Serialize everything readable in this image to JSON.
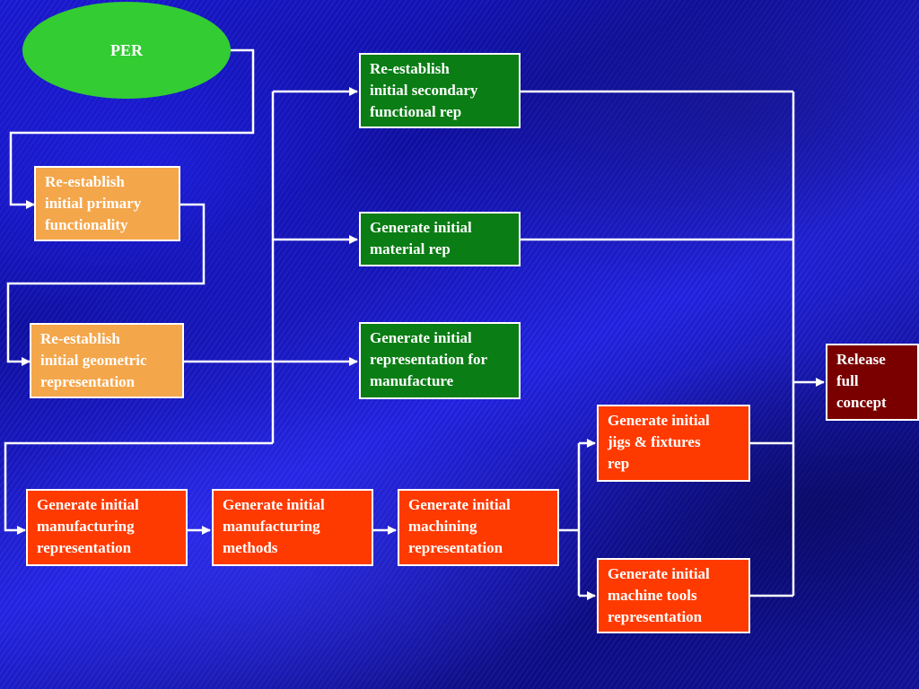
{
  "per": {
    "label": "PER"
  },
  "nodes": {
    "primary": "Re-establish\ninitial primary\nfunctionality",
    "geometric": "Re-establish\ninitial geometric\nrepresentation",
    "secondary": "Re-establish\ninitial secondary\nfunctional rep",
    "material": "Generate initial\nmaterial rep",
    "manufacture_rep": "Generate initial\nrepresentation for\nmanufacture",
    "mfg_representation": "Generate initial\nmanufacturing\nrepresentation",
    "mfg_methods": "Generate initial\nmanufacturing\nmethods",
    "machining": "Generate initial\nmachining\nrepresentation",
    "jigs": "Generate initial\njigs & fixtures\nrep",
    "machine_tools": "Generate initial\nmachine tools\nrepresentation",
    "release": "Release\nfull\nconcept"
  },
  "colors": {
    "background": "#1515c8",
    "per": "#33cc33",
    "orange": "#f4a64a",
    "green": "#0a7d14",
    "red": "#ff3a00",
    "maroon": "#7a0000",
    "connector": "#ffffff"
  }
}
